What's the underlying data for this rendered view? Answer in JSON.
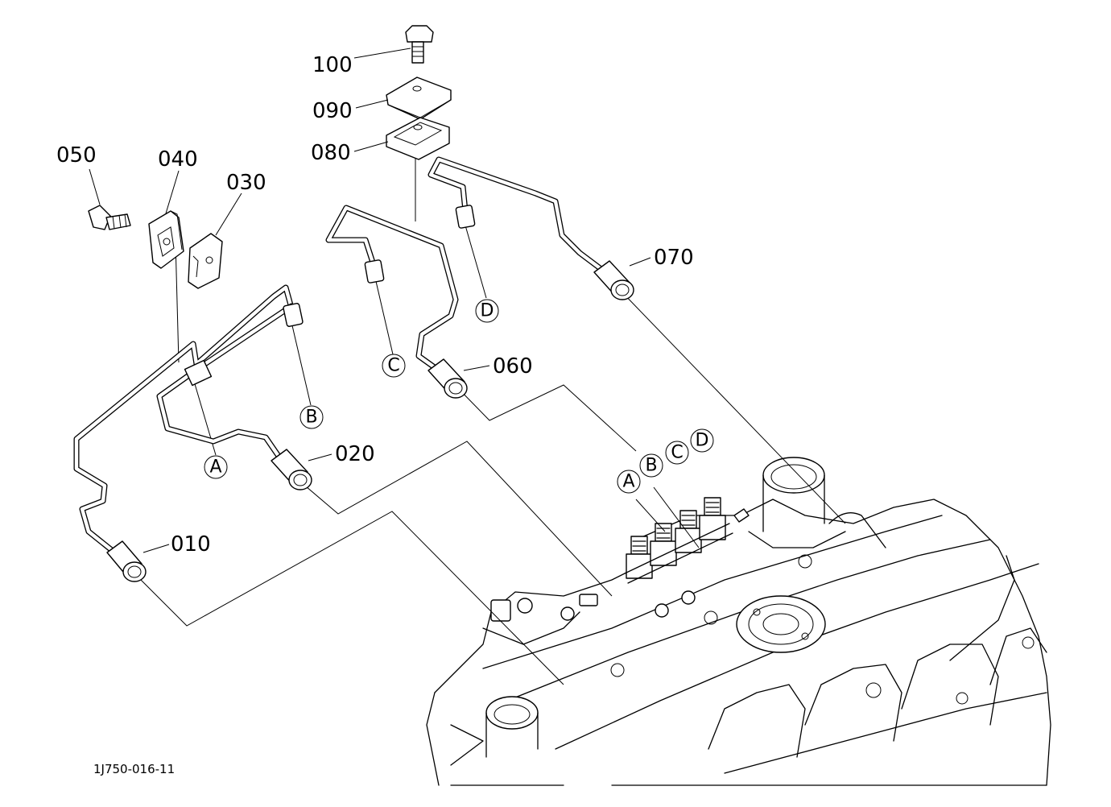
{
  "parts": [
    {
      "key": "010",
      "label": "010"
    },
    {
      "key": "020",
      "label": "020"
    },
    {
      "key": "030",
      "label": "030"
    },
    {
      "key": "040",
      "label": "040"
    },
    {
      "key": "050",
      "label": "050"
    },
    {
      "key": "060",
      "label": "060"
    },
    {
      "key": "070",
      "label": "070"
    },
    {
      "key": "080",
      "label": "080"
    },
    {
      "key": "090",
      "label": "090"
    },
    {
      "key": "100",
      "label": "100"
    }
  ],
  "connection_markers": {
    "pipe_A": "A",
    "pipe_B": "B",
    "pipe_C": "C",
    "pipe_D": "D",
    "nozzle_A": "A",
    "nozzle_B": "B",
    "nozzle_C": "C",
    "nozzle_D": "D"
  },
  "figure_code": "1J750-016-11"
}
